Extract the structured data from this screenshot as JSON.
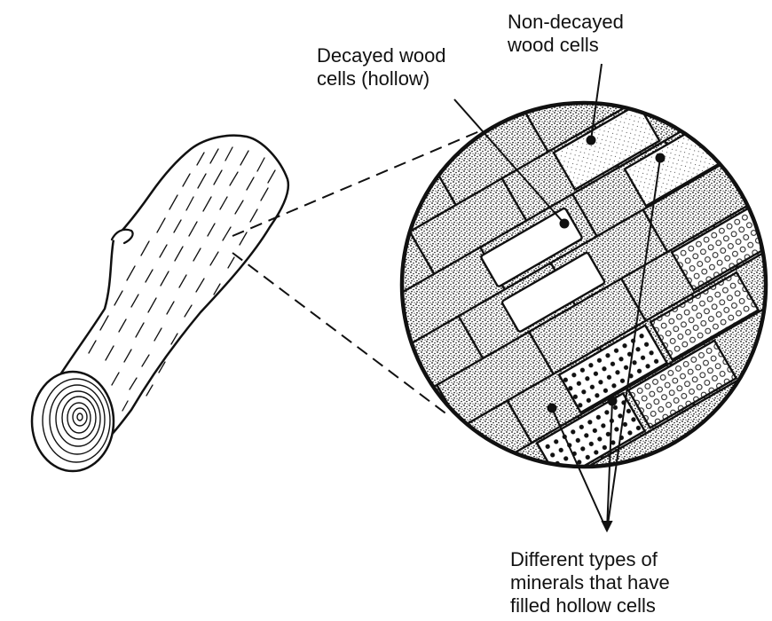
{
  "labels": {
    "decayed": [
      "Decayed wood",
      "cells (hollow)"
    ],
    "non_decayed": [
      "Non-decayed",
      "wood cells"
    ],
    "minerals": [
      "Different types of",
      "minerals that have",
      "filled hollow cells"
    ]
  },
  "colors": {
    "ink": "#111111",
    "background": "#ffffff"
  }
}
